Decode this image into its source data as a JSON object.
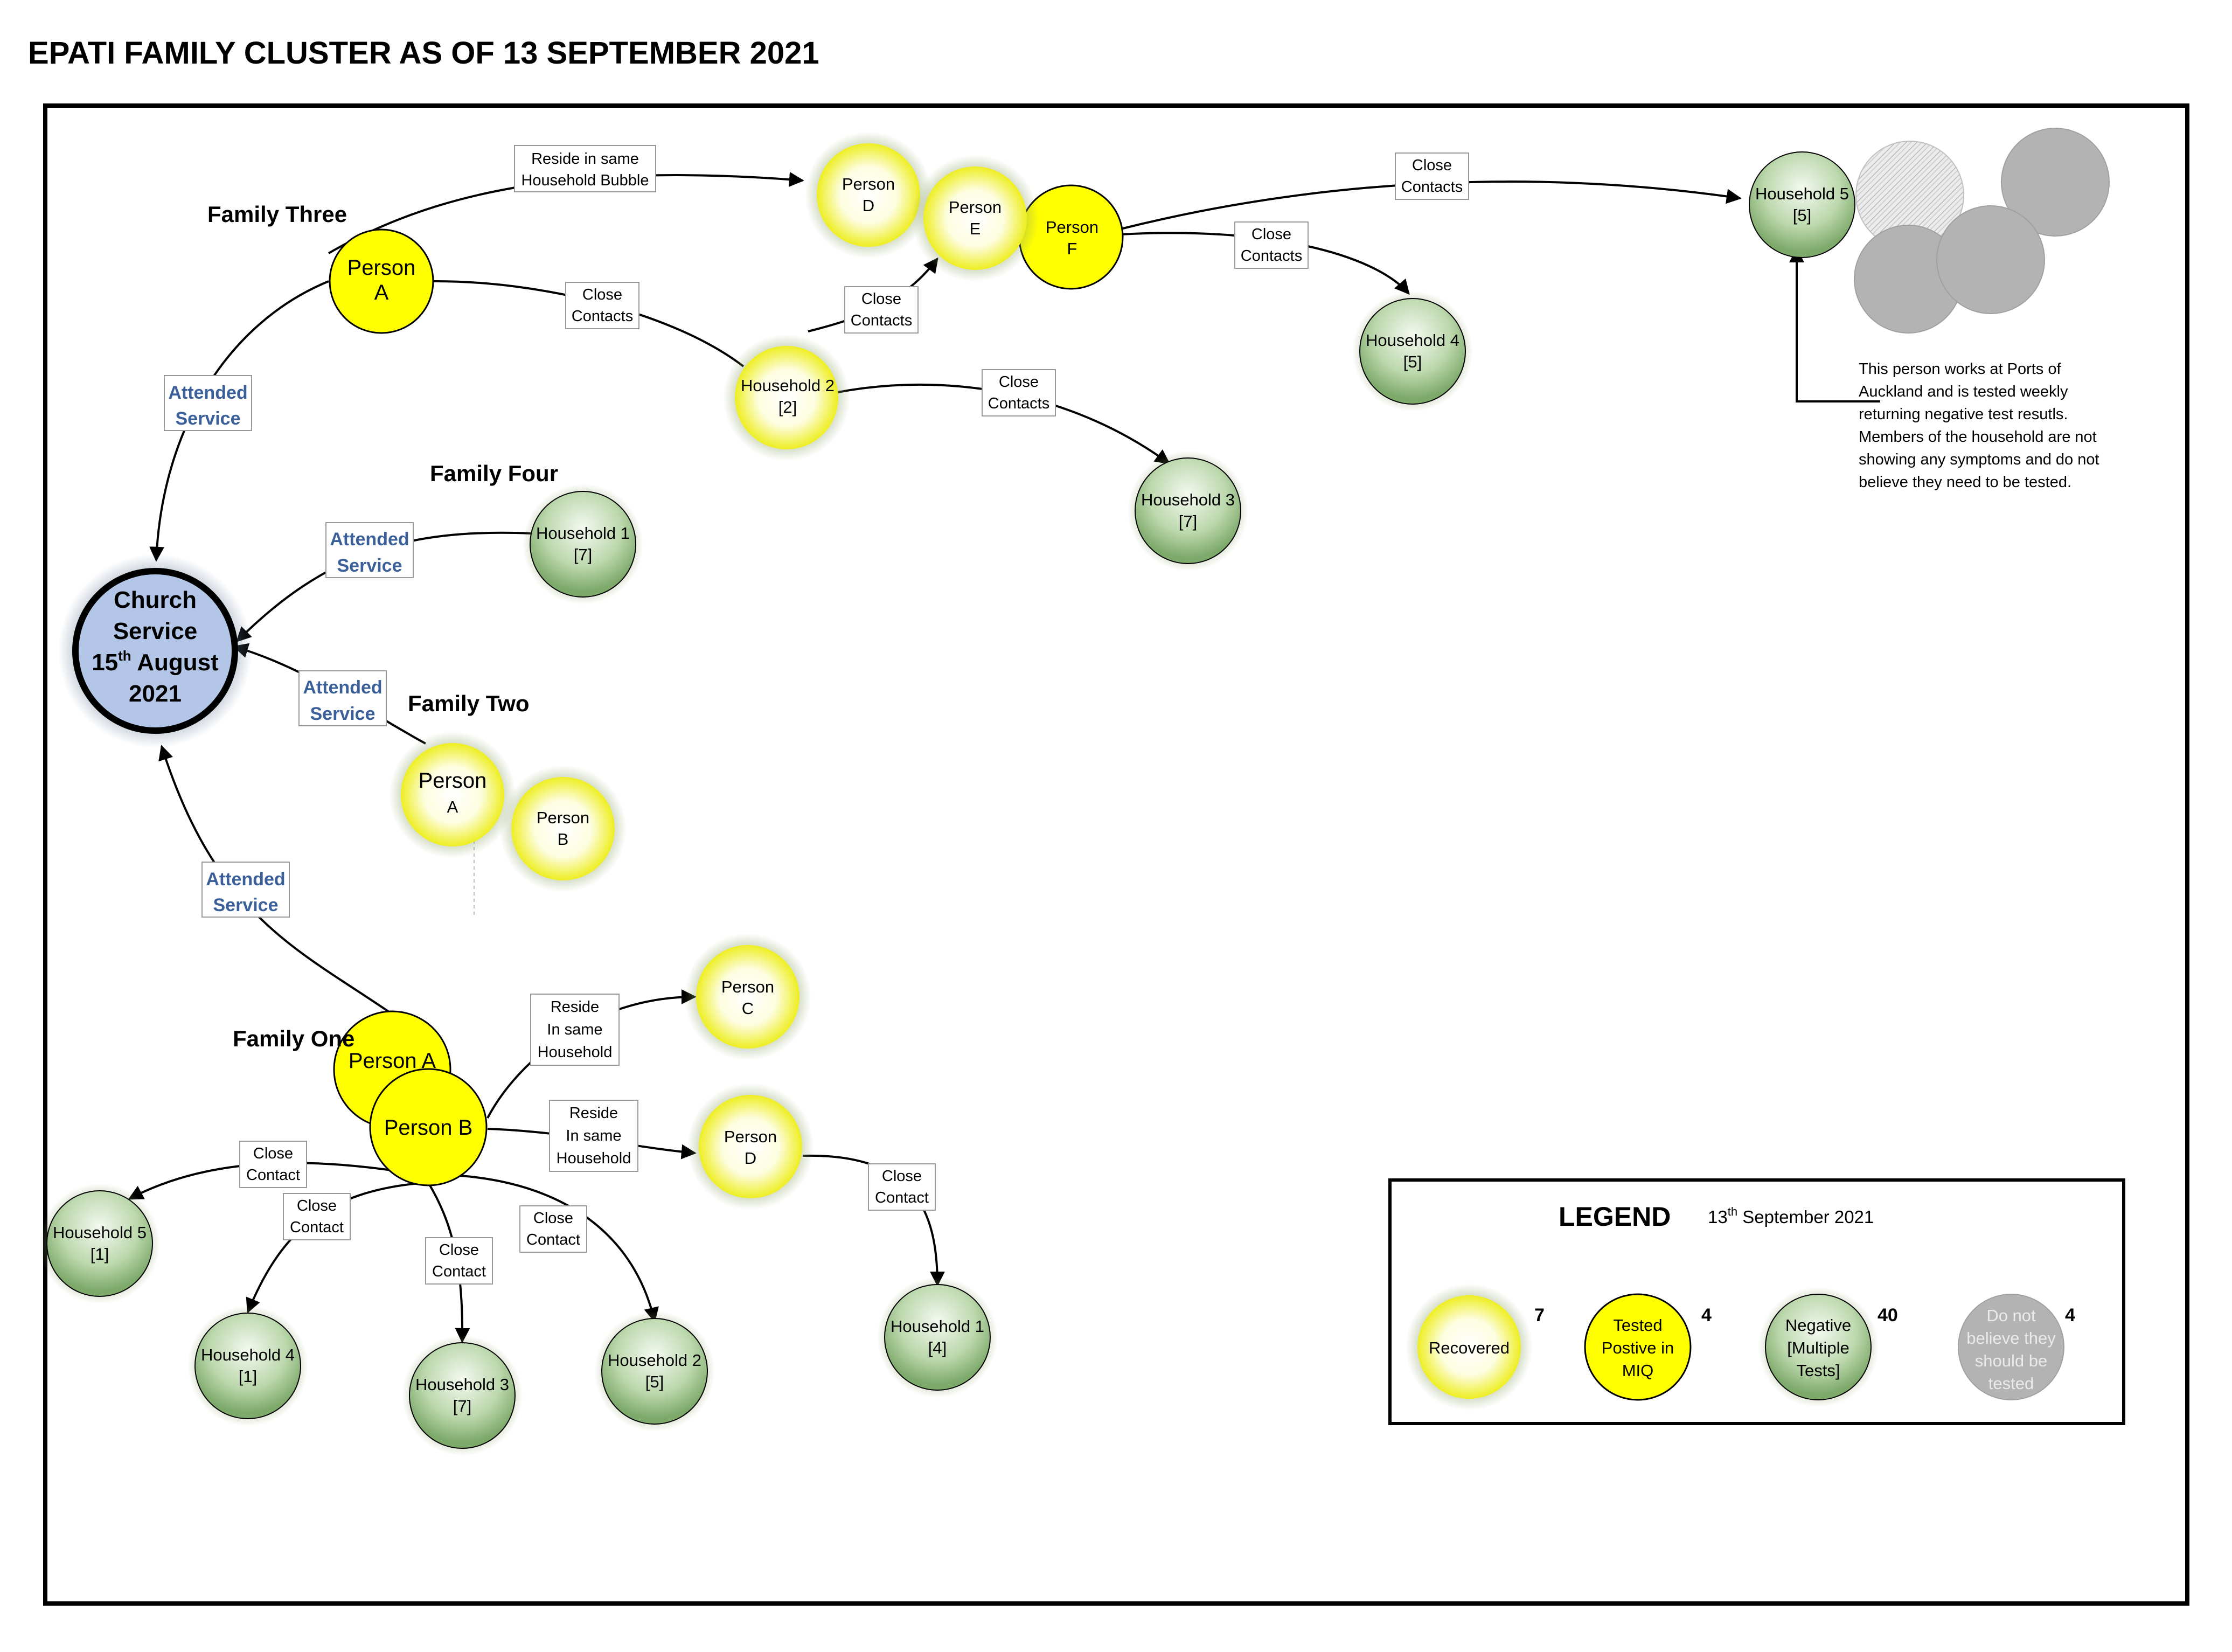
{
  "title": "EPATI FAMILY CLUSTER AS OF 13 SEPTEMBER 2021",
  "colors": {
    "tested_positive": "#ffff00",
    "recovered_center": "#ffffff",
    "recovered_edge": "#eeee22",
    "negative_center": "#f2f7ee",
    "negative_edge": "#7da96a",
    "church_fill": "#b4c6e7",
    "not_tested": "#b3b3b3",
    "attended_text": "#3b5f99"
  },
  "church": {
    "lines": [
      "Church",
      "Service",
      "15",
      "th",
      " August",
      "2021"
    ]
  },
  "families": {
    "three": "Family Three",
    "four": "Family Four",
    "two": "Family Two",
    "one": "Family One"
  },
  "attended": {
    "line1": "Attended",
    "line2": "Service"
  },
  "nodes": {
    "f3_a": [
      "Person",
      "A"
    ],
    "f3_d": [
      "Person",
      "D"
    ],
    "f3_e": [
      "Person",
      "E"
    ],
    "f3_f": [
      "Person",
      "F"
    ],
    "f3_hh2": [
      "Household 2",
      "[2]"
    ],
    "f3_hh3": [
      "Household 3",
      "[7]"
    ],
    "f3_hh4": [
      "Household 4",
      "[5]"
    ],
    "f3_hh5": [
      "Household 5",
      "[5]"
    ],
    "f4_hh1": [
      "Household 1",
      "[7]"
    ],
    "f2_a": [
      "Person",
      "A"
    ],
    "f2_b": [
      "Person",
      "B"
    ],
    "f1_a": [
      "Person A"
    ],
    "f1_b": [
      "Person B"
    ],
    "f1_c": [
      "Person",
      "C"
    ],
    "f1_d": [
      "Person",
      "D"
    ],
    "f1_hh1": [
      "Household 1",
      "[4]"
    ],
    "f1_hh2": [
      "Household 2",
      "[5]"
    ],
    "f1_hh3": [
      "Household 3",
      "[7]"
    ],
    "f1_hh4": [
      "Household 4",
      "[1]"
    ],
    "f1_hh5": [
      "Household 5",
      "[1]"
    ]
  },
  "edge_labels": {
    "reside_bubble": [
      "Reside in same",
      "Household Bubble"
    ],
    "close_contacts": [
      "Close",
      "Contacts"
    ],
    "close_contact": [
      "Close",
      "Contact"
    ],
    "reside_in_same": [
      "Reside",
      "In same",
      "Household"
    ],
    "reside_in_same_lower": [
      "Reside",
      "In same",
      "Household"
    ]
  },
  "note": [
    "This person works at Ports of",
    "Auckland and is tested weekly",
    "returning negative test resutls.",
    "Members of the household are not",
    "showing any symptoms and do not",
    "believe they need to be tested."
  ],
  "legend": {
    "title": "LEGEND",
    "date_day": "13",
    "date_sup": "th",
    "date_rest": " September 2021",
    "items": [
      {
        "lines": [
          "Recovered"
        ],
        "count": "7"
      },
      {
        "lines": [
          "Tested",
          "Postive in",
          "MIQ"
        ],
        "count": "4"
      },
      {
        "lines": [
          "Negative",
          "[Multiple",
          "Tests]"
        ],
        "count": "40"
      },
      {
        "lines": [
          "Do not",
          "believe they",
          "should be",
          "tested"
        ],
        "count": "4"
      }
    ]
  }
}
